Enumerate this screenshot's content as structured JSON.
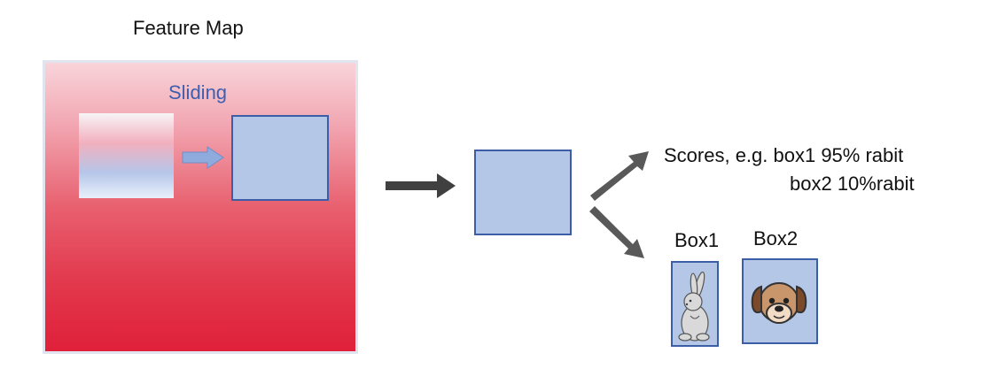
{
  "title": "Feature Map",
  "sliding_label": "Sliding",
  "scores": {
    "line1": "Scores, e.g. box1  95% rabit",
    "line2": "box2  10%rabit"
  },
  "boxes": {
    "box1_label": "Box1",
    "box2_label": "Box2",
    "box1_icon": "rabbit-icon",
    "box2_icon": "dog-icon"
  },
  "colors": {
    "box_fill": "#b4c7e7",
    "box_border": "#3c5ea6",
    "arrow": "#404040",
    "small_arrow": "#8faadc",
    "sliding_text": "#3d5fb0",
    "feature_map_top": "#f9d4da",
    "feature_map_bottom": "#e0203a"
  }
}
